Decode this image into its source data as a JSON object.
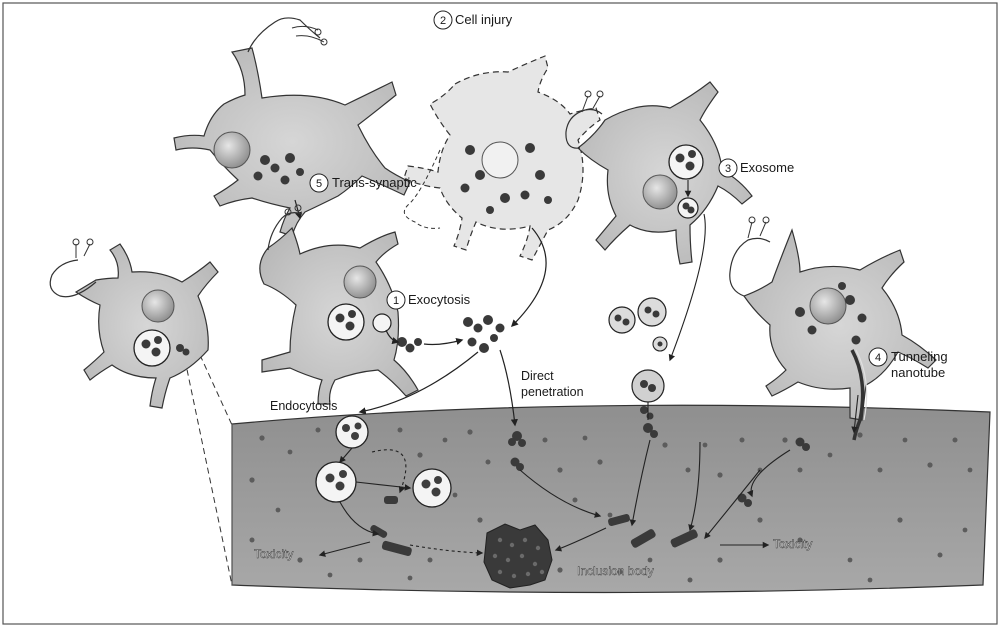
{
  "colors": {
    "cell_fill": "#c9c9c9",
    "nucleus": "#9a9a9a",
    "aggregate": "#4a4a4a",
    "tissue": "#9d9d9d",
    "outline": "#333333"
  },
  "labels": {
    "exocytosis": {
      "num": "1",
      "text": "Exocytosis"
    },
    "cell_injury": {
      "num": "2",
      "text": "Cell injury"
    },
    "exosome": {
      "num": "3",
      "text": "Exosome"
    },
    "tunneling": {
      "num": "4",
      "text": "Tunneling",
      "text2": "nanotube"
    },
    "trans_synaptic": {
      "num": "5",
      "text": "Trans-synaptic"
    },
    "endocytosis": "Endocytosis",
    "direct_penetration": {
      "line1": "Direct",
      "line2": "penetration"
    },
    "toxicity_left": "Toxicity",
    "toxicity_right": "Toxicity",
    "inclusion_body": "Inclusion body"
  }
}
